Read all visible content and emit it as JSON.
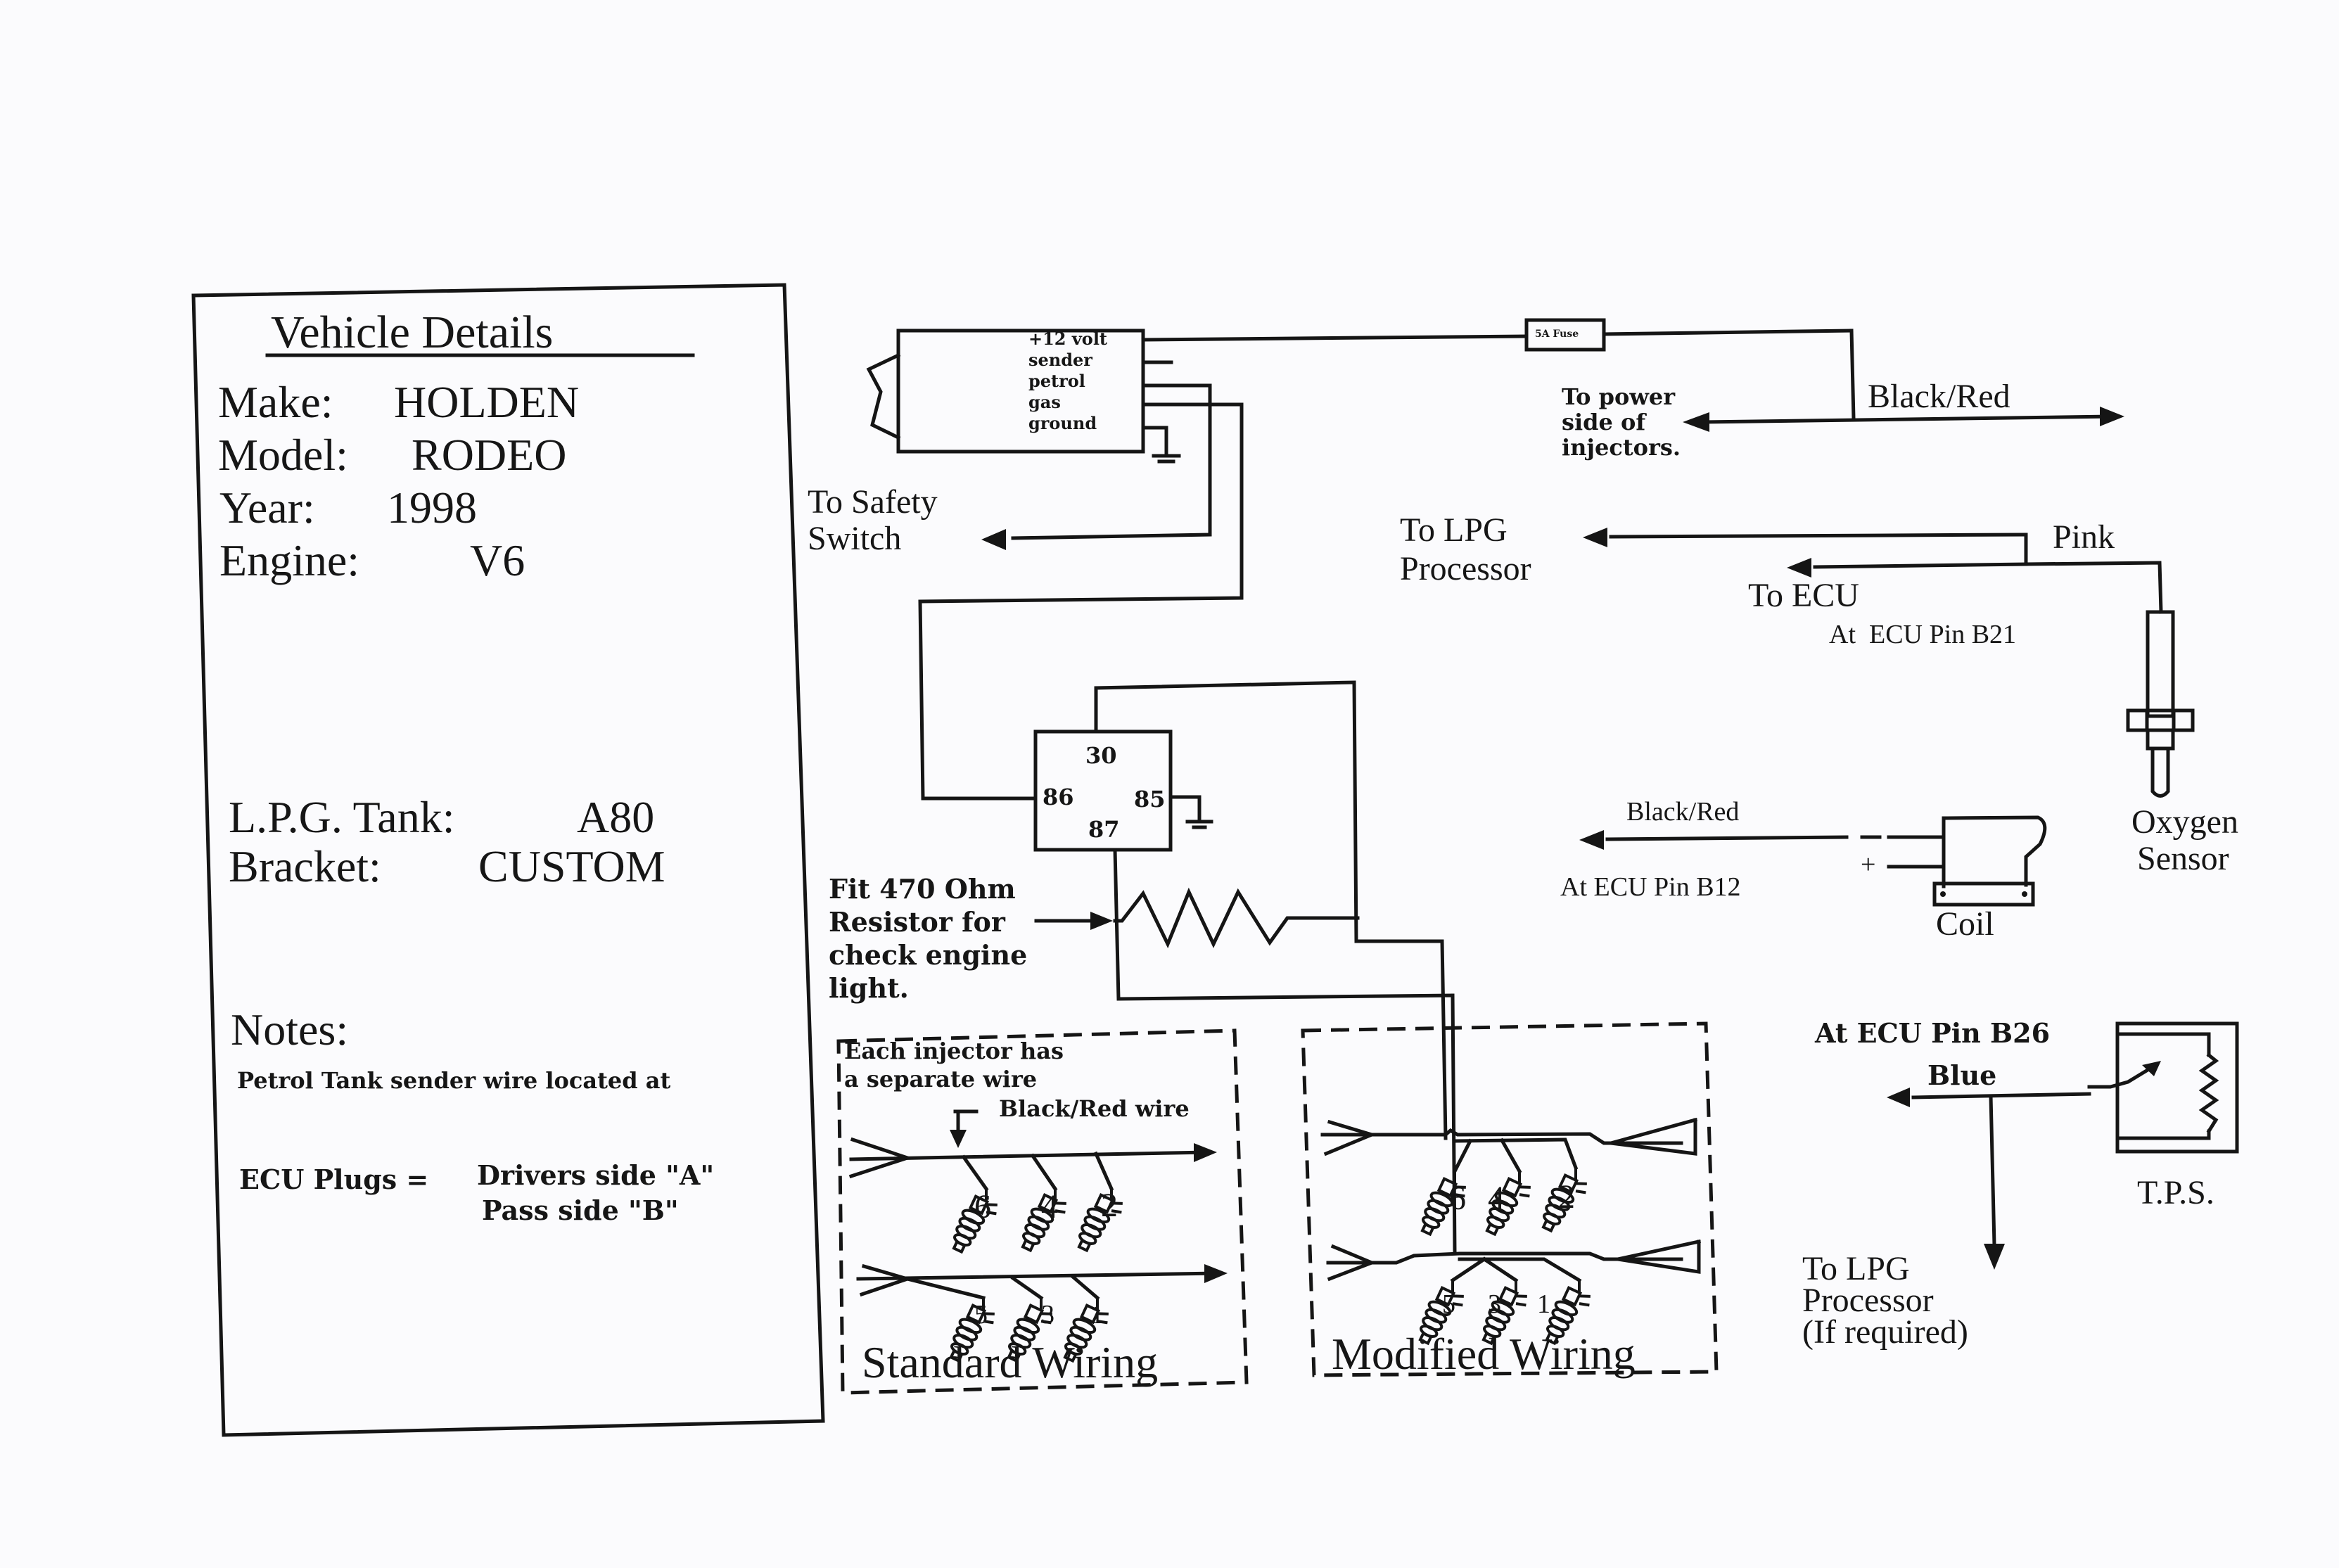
{
  "vehicle_details": {
    "title": "Vehicle Details",
    "make_label": "Make:",
    "make": "HOLDEN",
    "model_label": "Model:",
    "model": "RODEO",
    "year_label": "Year:",
    "year": "1998",
    "engine_label": "Engine:",
    "engine": "V6",
    "lpg_tank_label": "L.P.G. Tank:",
    "lpg_tank": "A80",
    "bracket_label": "Bracket:",
    "bracket": "CUSTOM",
    "notes_title": "Notes:",
    "note_sender": "Petrol Tank sender wire located at",
    "ecu_plugs_label": "ECU Plugs =",
    "ecu_plug_a": "Drivers side \"A\"",
    "ecu_plug_b": "Pass side \"B\""
  },
  "sender_module": {
    "pins": [
      "+12 volt",
      "sender",
      "petrol",
      "gas",
      "ground"
    ]
  },
  "fuse": {
    "label": "5A Fuse"
  },
  "labels": {
    "to_safety_switch_1": "To Safety",
    "to_safety_switch_2": "Switch",
    "to_power_1": "To power",
    "to_power_2": "side of",
    "to_power_3": "injectors.",
    "black_red_top": "Black/Red",
    "to_lpg_processor_1": "To LPG",
    "to_lpg_processor_2": "Processor",
    "pink": "Pink",
    "to_ecu": "To ECU",
    "ecu_pin_b21": "At  ECU Pin B21",
    "oxygen_sensor_1": "Oxygen",
    "oxygen_sensor_2": "Sensor",
    "black_red_coil": "Black/Red",
    "ecu_pin_b12": "At ECU Pin B12",
    "coil_minus": "–",
    "coil_plus": "+",
    "coil": "Coil",
    "resistor_1": "Fit 470 Ohm",
    "resistor_2": "Resistor for",
    "resistor_3": "check engine",
    "resistor_4": "light.",
    "ecu_pin_b26": "At ECU Pin B26",
    "blue": "Blue",
    "tps": "T.P.S.",
    "to_lpg_req_1": "To LPG",
    "to_lpg_req_2": "Processor",
    "to_lpg_req_3": "(If required)"
  },
  "relay": {
    "pins": {
      "p30": "30",
      "p86": "86",
      "p85": "85",
      "p87": "87"
    }
  },
  "standard_wiring": {
    "title": "Standard Wiring",
    "note_1": "Each injector has",
    "note_2": "a separate wire",
    "wire_label": "Black/Red wire",
    "top_bank": [
      "6",
      "4",
      "2"
    ],
    "bottom_bank": [
      "5",
      "3",
      "1"
    ]
  },
  "modified_wiring": {
    "title": "Modified Wiring",
    "top_bank": [
      "6",
      "4",
      "2"
    ],
    "bottom_bank": [
      "5",
      "3",
      "1"
    ]
  }
}
